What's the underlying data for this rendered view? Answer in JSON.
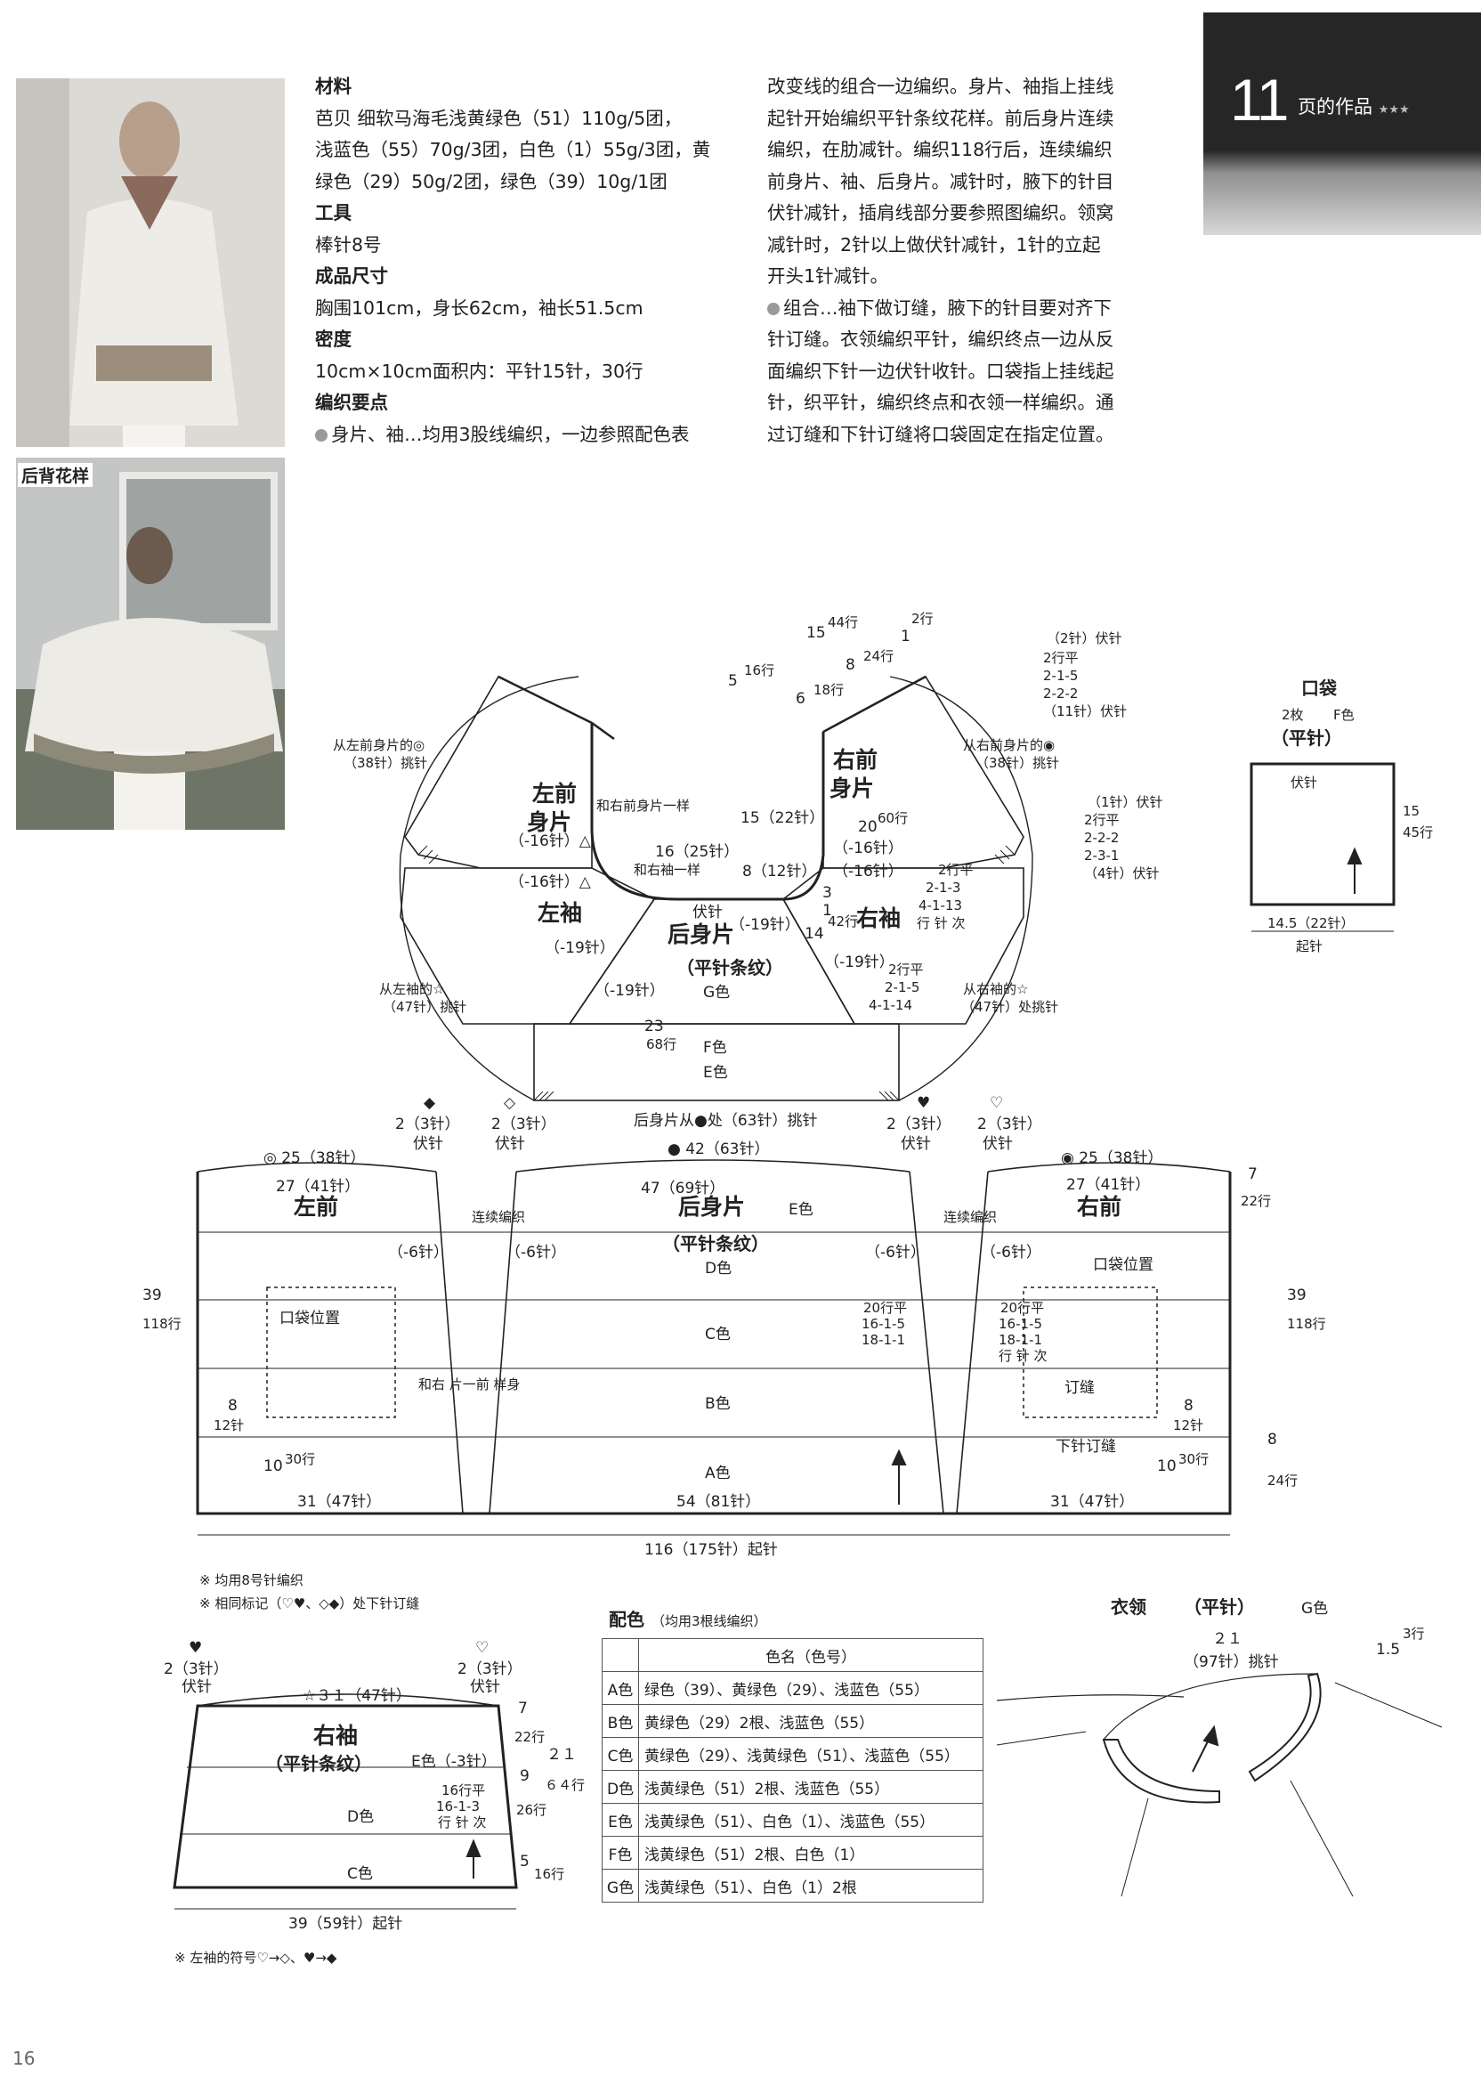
{
  "header": {
    "number": "11",
    "label": "页的作品",
    "stars": "★★★"
  },
  "photos": {
    "back_caption": "后背花样"
  },
  "left_col": {
    "h1": "材料",
    "p1a": "芭贝  细软马海毛浅黄绿色（51）110g/5团，",
    "p1b": "浅蓝色（55）70g/3团，白色（1）55g/3团，黄",
    "p1c": "绿色（29）50g/2团，绿色（39）10g/1团",
    "h2": "工具",
    "p2": "棒针8号",
    "h3": "成品尺寸",
    "p3": "胸围101cm，身长62cm，袖长51.5cm",
    "h4": "密度",
    "p4": "10cm×10cm面积内：平针15针，30行",
    "h5": "编织要点",
    "p5": "身片、袖…均用3股线编织，一边参照配色表"
  },
  "right_col": {
    "l1": "改变线的组合一边编织。身片、袖指上挂线",
    "l2": "起针开始编织平针条纹花样。前后身片连续",
    "l3": "编织，在肋减针。编织118行后，连续编织",
    "l4": "前身片、袖、后身片。减针时，腋下的针目",
    "l5": "伏针减针，插肩线部分要参照图编织。领窝",
    "l6": "减针时，2针以上做伏针减针，1针的立起",
    "l7": "开头1针减针。",
    "l8": "组合…袖下做订缝，腋下的针目要对齐下",
    "l9": "针订缝。衣领编织平针，编织终点一边从反",
    "l10": "面编织下针一边伏针收针。口袋指上挂线起",
    "l11": "针，织平针，编织终点和衣领一样编织。通",
    "l12": "过订缝和下针订缝将口袋固定在指定位置。"
  },
  "yoke": {
    "left_front": "左前\n身片",
    "right_front": "右前\n身片",
    "left_sleeve": "左袖",
    "right_sleeve": "右袖",
    "back": "后身片",
    "back_pattern": "（平针条纹）",
    "same_right": "和右前身片一样",
    "same_right_sleeve": "和右袖一样",
    "bindoff": "伏针",
    "g_color": "G色",
    "f_color": "F色",
    "e_color": "E色",
    "pick_left_front": "从左前身片的◎",
    "pick_left_front2": "（38针）挑针",
    "pick_right_front": "从右前身片的◉",
    "pick_right_front2": "（38针）挑针",
    "pick_left_sleeve": "从左袖的☆",
    "pick_left_sleeve2": "（47针）挑针",
    "pick_right_sleeve": "从右袖的☆",
    "pick_right_sleeve2": "（47针）处挑针",
    "pick_back": "后身片从●处（63针）挑针",
    "dec1": "（-16针）△",
    "dec2": "（-16针）△",
    "dec3": "（-19针）",
    "dec4": "（-19针）",
    "dec5": "（-16针）",
    "dec6": "（-16针）",
    "dec7": "（-19针）",
    "dec8": "（-19针）",
    "neck16": "16（25针）",
    "neck8": "8（12针）",
    "neck15": "15（22针）",
    "neck20": "20",
    "neck60": "60行",
    "top15": "15",
    "top44": "44行",
    "top1": "1",
    "top2": "2行",
    "top5": "5",
    "top16": "16行",
    "top8": "8",
    "top24": "24行",
    "top6": "6",
    "top18": "18行",
    "n3": "3",
    "n1": "1",
    "n14": "14",
    "n42": "42行",
    "n23": "23",
    "n68": "68行",
    "legend_a": [
      "（2针）伏针",
      "2行平",
      "2-1-5",
      "2-2-2",
      "（11针）伏针"
    ],
    "legend_b": [
      "（1针）伏针",
      "2行平",
      "2-2-2",
      "2-3-1",
      "（4针）伏针"
    ],
    "legend_c": [
      "2行平",
      "2-1-3",
      "4-1-13",
      "行 针 次"
    ],
    "legend_d": [
      "2行平",
      "2-1-5",
      "4-1-14"
    ]
  },
  "pocket": {
    "title": "口袋",
    "sub1": "2枚",
    "sub2": "F色",
    "pattern": "（平针）",
    "bind": "伏针",
    "height": "15",
    "rows": "45行",
    "width": "14.5（22针）",
    "cast": "起针"
  },
  "body": {
    "left_front": "左前",
    "back": "后身片",
    "back_color": "E色",
    "back_pattern": "（平针条纹）",
    "right_front": "右前",
    "d": "D色",
    "c": "C色",
    "b": "B色",
    "a": "A色",
    "pocket_pos_l": "口袋位置",
    "pocket_pos_r": "口袋位置",
    "stitch": "订缝",
    "graft": "下针订缝",
    "cont_l": "连续编织",
    "cont_r": "连续编织",
    "same_as": "和右\n片一前\n样身",
    "top_l": "◎ 25（38针）",
    "top_m": "● 42（63针）",
    "top_r": "◉ 25（38针）",
    "w27l": "27（41针）",
    "w47": "47（69针）",
    "w27r": "27（41针）",
    "k2a": "2（3针）",
    "k2b": "2（3针）",
    "k2c": "2（3针）",
    "k2d": "2（3针）",
    "fz": "伏针",
    "sym1": "◆",
    "sym2": "◇",
    "sym3": "♥",
    "sym4": "♡",
    "dec6a": "（-6针）",
    "dec6b": "（-6针）",
    "dec6c": "（-6针）",
    "dec6d": "（-6针）",
    "h39": "39",
    "h118": "118行",
    "h39r": "39",
    "h118r": "118行",
    "r7": "7",
    "r22": "22行",
    "rule1": [
      "20行平",
      "16-1-5",
      "18-1-1"
    ],
    "rule2": [
      "20行平",
      "16-1-5",
      "18-1-1",
      "行 针 次"
    ],
    "b8l": "8",
    "b12l": "12针",
    "b8r": "8",
    "b12r": "12针",
    "b10l": "10",
    "b30l": "30行",
    "b10r": "10",
    "b30r": "30行",
    "b8rr": "8",
    "b24": "24行",
    "w31l": "31（47针）",
    "w54": "54（81针）",
    "w31r": "31（47针）",
    "total": "116（175针）起针",
    "note1": "※ 均用8号针编织",
    "note2": "※ 相同标记（♡♥、◇◆）处下针订缝"
  },
  "sleeve": {
    "title": "右袖",
    "pattern": "（平针条纹）",
    "e": "E色（-3针）",
    "d": "D色",
    "c": "C色",
    "top": "☆３１（47针）",
    "k2l": "2（3针）",
    "k2r": "2（3针）",
    "fz": "伏针",
    "syml": "♥",
    "symr": "♡",
    "r7": "7",
    "r22": "22行",
    "r9": "9",
    "r26": "26行",
    "r5": "5",
    "r16": "16行",
    "r21": "２１",
    "r64": "６４行",
    "rule": [
      "16行平",
      "16-1-3",
      "行 针 次"
    ],
    "width": "39（59针）起针",
    "note": "※ 左袖的符号♡→◇、♥→◆"
  },
  "color_table": {
    "title": "配色",
    "subtitle": "（均用3根线编织）",
    "col_header": "色名（色号）",
    "rows": [
      {
        "k": "A色",
        "v": "绿色（39）、黄绿色（29）、浅蓝色（55）"
      },
      {
        "k": "B色",
        "v": "黄绿色（29）2根、浅蓝色（55）"
      },
      {
        "k": "C色",
        "v": "黄绿色（29）、浅黄绿色（51）、浅蓝色（55）"
      },
      {
        "k": "D色",
        "v": "浅黄绿色（51）2根、浅蓝色（55）"
      },
      {
        "k": "E色",
        "v": "浅黄绿色（51）、白色（1）、浅蓝色（55）"
      },
      {
        "k": "F色",
        "v": "浅黄绿色（51）2根、白色（1）"
      },
      {
        "k": "G色",
        "v": "浅黄绿色（51）、白色（1）2根"
      }
    ]
  },
  "collar": {
    "title": "衣领",
    "pattern": "（平针）",
    "color": "G色",
    "w21": "２１",
    "pick": "（97针）挑针",
    "h15": "1.5",
    "h3": "3行"
  },
  "page_num": "16"
}
